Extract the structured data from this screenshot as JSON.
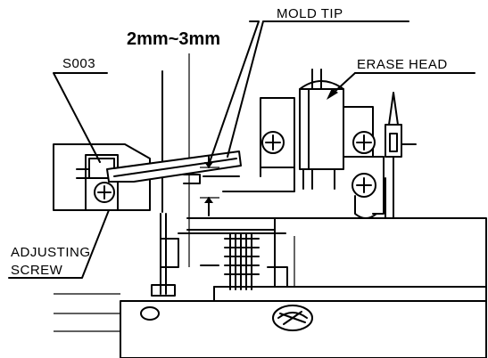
{
  "labels": {
    "mold_tip": "MOLD TIP",
    "dimension": "2mm~3mm",
    "s003": "S003",
    "erase_head": "ERASE HEAD",
    "adjusting_line1": "ADJUSTING",
    "adjusting_line2": "SCREW"
  },
  "colors": {
    "ink": "#000000",
    "paper": "#ffffff"
  },
  "icons": [
    "screw-head-icon",
    "cross-screw-icon"
  ]
}
